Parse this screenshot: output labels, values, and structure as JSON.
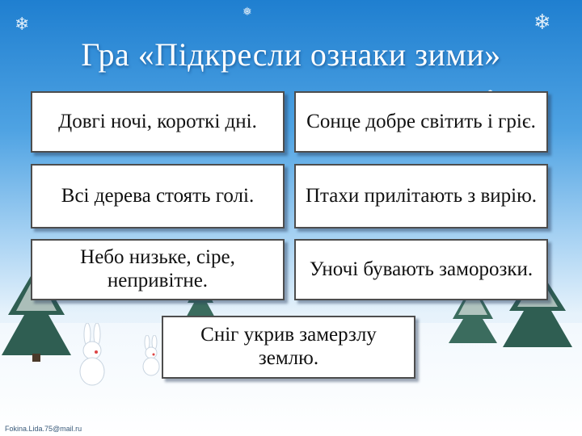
{
  "title": "Гра «Підкресли ознаки зими»",
  "cards": [
    "Довгі ночі, короткі дні.",
    "Сонце добре світить і гріє.",
    "Всі дерева стоять голі.",
    "Птахи прилітають з вирію.",
    "Небо низьке, сіре, непривітне.",
    "Уночі бувають заморозки.",
    "Сніг укрив замерзлу землю."
  ],
  "footer": "Fokina.Lida.75@mail.ru",
  "colors": {
    "sky_top": "#1f7fd0",
    "card_border": "#4d4d4d",
    "title_text": "#ffffff"
  }
}
